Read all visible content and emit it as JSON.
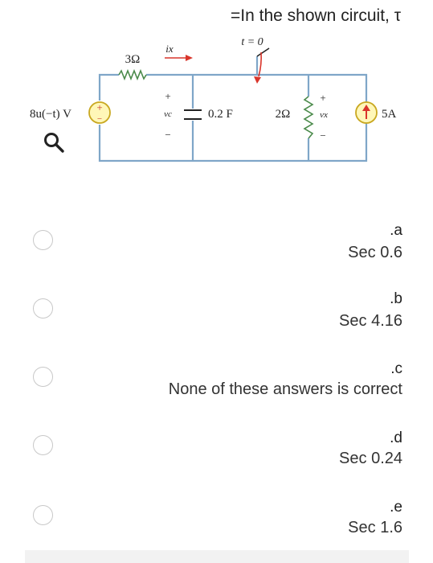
{
  "question": {
    "text": "=In the shown circuit, τ"
  },
  "circuit": {
    "switch_label": "t = 0",
    "r1_label": "3Ω",
    "ix_label": "ix",
    "source_label": "8u(−t) V",
    "vc_plus": "+",
    "vc_label": "vc",
    "vc_minus": "−",
    "cap_label": "0.2 F",
    "r2_label": "2Ω",
    "vx_plus": "+",
    "vx_label": "vx",
    "vx_minus": "−",
    "current_source_label": "5A",
    "source_plus": "+",
    "source_minus": "−"
  },
  "options": [
    {
      "letter": ".a",
      "text": "Sec 0.6"
    },
    {
      "letter": ".b",
      "text": "Sec 4.16"
    },
    {
      "letter": ".c",
      "text": "None of these answers is correct"
    },
    {
      "letter": ".d",
      "text": "Sec 0.24"
    },
    {
      "letter": ".e",
      "text": "Sec 1.6"
    }
  ]
}
